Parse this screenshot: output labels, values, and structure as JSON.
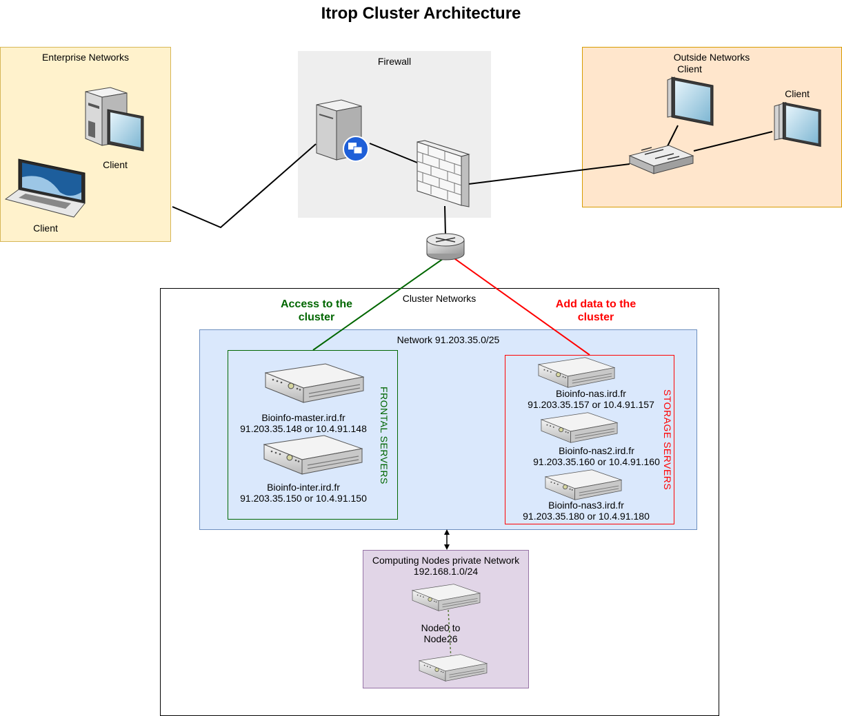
{
  "title": "Itrop Cluster Architecture",
  "enterprise": {
    "label": "Enterprise Networks",
    "client_desktop": "Client",
    "client_laptop": "Client",
    "fill": "#fff2cc",
    "stroke": "#d6b656"
  },
  "firewall": {
    "label": "Firewall",
    "fill": "#eeeeee"
  },
  "outside": {
    "label": "Outside Networks",
    "client_1": "Client",
    "client_2": "Client",
    "fill": "#ffe6cc",
    "stroke": "#d79b00"
  },
  "cluster": {
    "label": "Cluster Networks",
    "access_label": "Access to the cluster",
    "access_color": "#006600",
    "add_data_label": "Add data to the cluster",
    "add_data_color": "#ff0000"
  },
  "network": {
    "label": "Network 91.203.35.0/25",
    "fill": "#dae8fc",
    "stroke": "#6c8ebf"
  },
  "frontal": {
    "label": "FRONTAL SERVERS",
    "servers": [
      {
        "name": "Bioinfo-master.ird.fr",
        "ip": "91.203.35.148 or 10.4.91.148"
      },
      {
        "name": "Bioinfo-inter.ird.fr",
        "ip": "91.203.35.150 or 10.4.91.150"
      }
    ]
  },
  "storage": {
    "label": "STORAGE SERVERS",
    "servers": [
      {
        "name": "Bioinfo-nas.ird.fr",
        "ip": "91.203.35.157 or 10.4.91.157"
      },
      {
        "name": "Bioinfo-nas2.ird.fr",
        "ip": "91.203.35.160 or 10.4.91.160"
      },
      {
        "name": "Bioinfo-nas3.ird.fr",
        "ip": "91.203.35.180 or 10.4.91.180"
      }
    ]
  },
  "compute": {
    "label": "Computing Nodes private Network",
    "subnet": "192.168.1.0/24",
    "nodes": "Node0 to Node26",
    "fill": "#e1d5e7",
    "stroke": "#9673a6"
  }
}
